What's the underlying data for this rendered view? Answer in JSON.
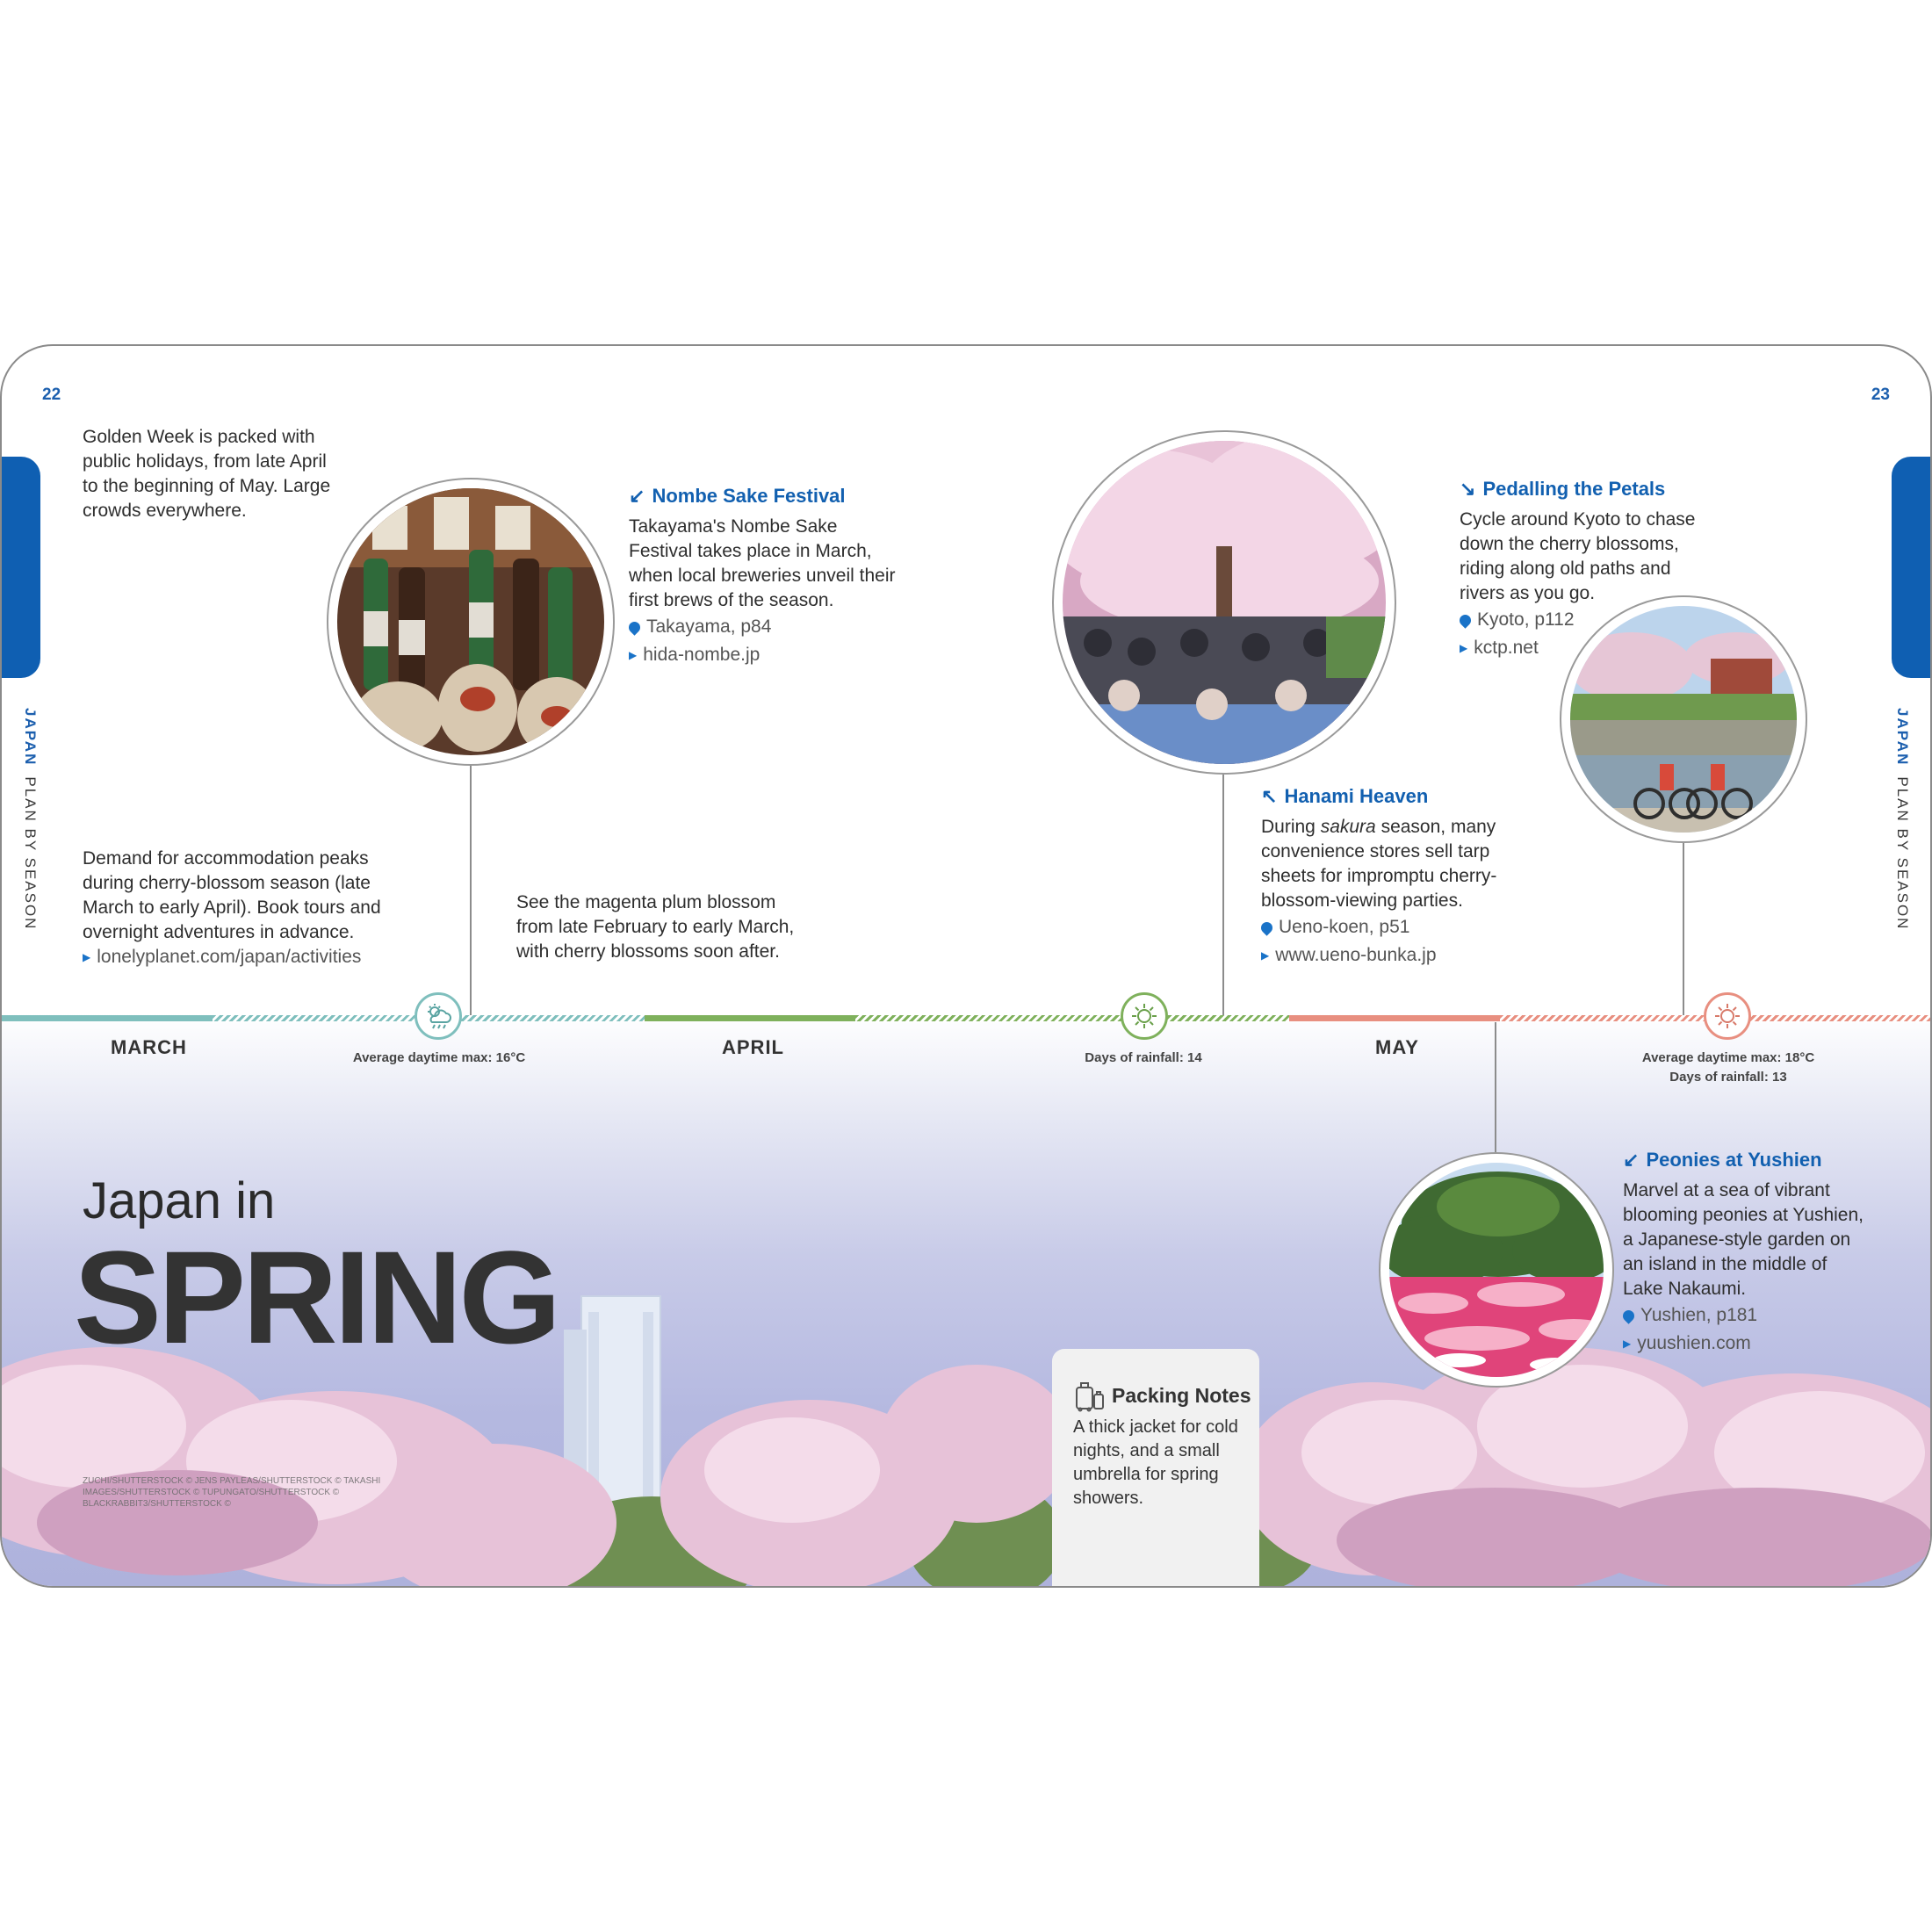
{
  "page_numbers": {
    "left": "22",
    "right": "23"
  },
  "side_label": {
    "bold": "JAPAN",
    "rest": "PLAN BY SEASON"
  },
  "golden_week": {
    "text": "Golden Week is packed with public holidays, from late April to the beginning of May. Large crowds everywhere."
  },
  "accommodation": {
    "text": "Demand for accommodation peaks during cherry-blossom season (late March to early April). Book tours and overnight adventures in advance.",
    "link": "lonelyplanet.com/japan/activities"
  },
  "plum": {
    "text": "See the magenta plum blossom from late February to early March, with cherry blossoms soon after."
  },
  "nombe": {
    "arrow": "↙",
    "title": "Nombe Sake Festival",
    "text": "Takayama's Nombe Sake Festival takes place in March, when local breweries unveil their first brews of the season.",
    "location": "Takayama, p84",
    "link": "hida-nombe.jp"
  },
  "hanami": {
    "arrow": "↖",
    "title": "Hanami Heaven",
    "text_pre": "During ",
    "text_em": "sakura",
    "text_post": " season, many convenience stores sell tarp sheets for impromptu cherry-blossom-viewing parties.",
    "location": "Ueno-koen, p51",
    "link": "www.ueno-bunka.jp"
  },
  "pedalling": {
    "arrow": "↘",
    "title": "Pedalling the Petals",
    "text": "Cycle around Kyoto to chase down the cherry blossoms, riding along old paths and rivers as you go.",
    "location": "Kyoto, p112",
    "link": "kctp.net"
  },
  "peonies": {
    "arrow": "↙",
    "title": "Peonies at Yushien",
    "text": "Marvel at a sea of vibrant blooming peonies at Yushien, a Japanese-style garden on an island in the middle of Lake Nakaumi.",
    "location": "Yushien, p181",
    "link": "yuushien.com"
  },
  "timeline": {
    "months": [
      "MARCH",
      "APRIL",
      "MAY"
    ],
    "march_stat": "Average daytime max: 16°C",
    "april_stat": "Days of rainfall: 14",
    "may_stat_1": "Average daytime max: 18°C",
    "may_stat_2": "Days of rainfall: 13",
    "colors": {
      "march": "#7fbfbd",
      "april": "#7fb15c",
      "may": "#e88f80"
    }
  },
  "title": {
    "line1": "Japan in",
    "line2": "SPRING"
  },
  "credits": "ZUCHI/SHUTTERSTOCK © JENS PAYLEAS/SHUTTERSTOCK © TAKASHI IMAGES/SHUTTERSTOCK © TUPUNGATO/SHUTTERSTOCK © BLACKRABBIT3/SHUTTERSTOCK ©",
  "packing": {
    "title": "Packing Notes",
    "text": "A thick jacket for cold nights, and a small umbrella for spring showers."
  },
  "icons": [
    "pin-icon",
    "link-arrow-icon",
    "luggage-icon",
    "weather-icon",
    "sun-icon"
  ]
}
